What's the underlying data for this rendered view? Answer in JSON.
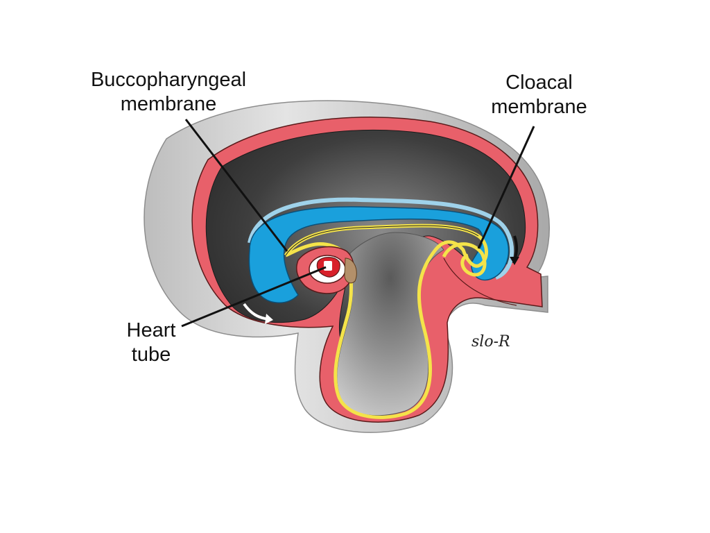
{
  "labels": {
    "buccopharyngeal": {
      "line1": "Buccopharyngeal",
      "line2": "membrane"
    },
    "cloacal": {
      "line1": "Cloacal",
      "line2": "membrane"
    },
    "heart": {
      "line1": "Heart",
      "line2": "tube"
    }
  },
  "signature": "slo-R",
  "colors": {
    "ectoderm_pink": "#e8606a",
    "endoderm_yellow": "#f4e34a",
    "amniotic_blue": "#1aa0dc",
    "cavity_dark": "#3a3a3a",
    "shell_gray": "#c9c9c9",
    "heart_red": "#d8202a"
  }
}
